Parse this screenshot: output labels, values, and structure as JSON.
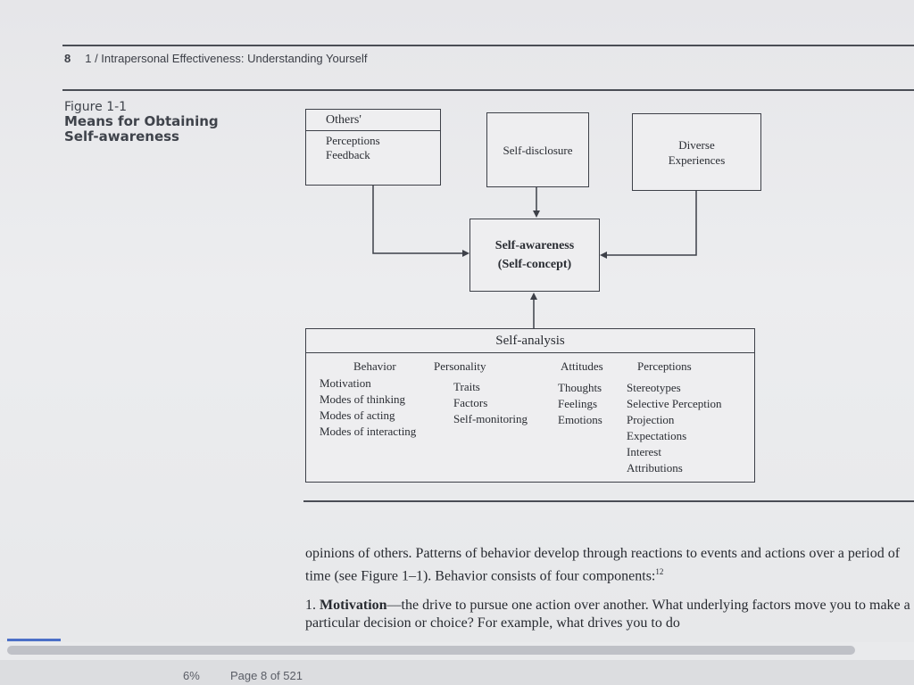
{
  "header": {
    "page_number": "8",
    "title": "1 / Intrapersonal Effectiveness: Understanding Yourself"
  },
  "figure": {
    "number": "Figure 1-1",
    "caption_lines": [
      "Means for Obtaining",
      "Self-awareness"
    ],
    "others": {
      "title": "Others'",
      "items": [
        "Perceptions",
        "Feedback"
      ]
    },
    "self_disclosure": "Self-disclosure",
    "diverse": [
      "Diverse",
      "Experiences"
    ],
    "self_awareness": [
      "Self-awareness",
      "(Self-concept)"
    ],
    "self_analysis": {
      "title": "Self-analysis",
      "columns": [
        {
          "heading": "Behavior",
          "items": [
            "Motivation",
            "Modes of thinking",
            "Modes of acting",
            "Modes of interacting"
          ]
        },
        {
          "heading": "Personality",
          "items": [
            "Traits",
            "Factors",
            "Self-monitoring"
          ]
        },
        {
          "heading": "Attitudes",
          "items": [
            "Thoughts",
            "Feelings",
            "Emotions"
          ]
        },
        {
          "heading": "Perceptions",
          "items": [
            "Stereotypes",
            "Selective Perception",
            "Projection",
            "Expectations",
            "Interest",
            "Attributions"
          ]
        }
      ]
    }
  },
  "body": {
    "paragraph": "opinions of others. Patterns of behavior develop through reactions to events and actions over a period of time (see Figure 1–1). Behavior consists of four components:",
    "footnote": "12",
    "list": [
      {
        "marker": "1.",
        "label": "Motivation",
        "text": "—the drive to pursue one action over another. What underlying factors move you to make a particular decision or choice? For example, what drives you to do"
      }
    ]
  },
  "status_bar": {
    "progress": "6%",
    "page": "Page 8 of 521"
  },
  "colors": {
    "progress_accent": "#4b6fc7",
    "ink": "#2a2d33"
  }
}
